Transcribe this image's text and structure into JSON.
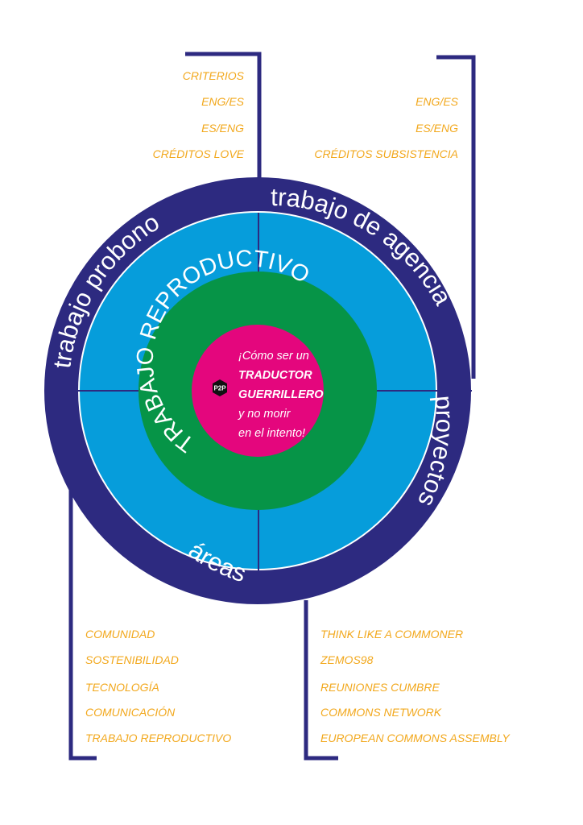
{
  "colors": {
    "outer_ring": "#2d2a80",
    "blue_ring": "#069ddb",
    "green_ring": "#069447",
    "center": "#e4067d",
    "list_text": "#f2a81d",
    "bracket": "#2d2a80"
  },
  "rings": {
    "outer_labels": {
      "probono": "trabajo probono",
      "agencia": "trabajo de agencia",
      "proyectos": "proyectos",
      "areas": "áreas"
    },
    "inner_label": "TRABAJO REPRODUCTIVO"
  },
  "center": {
    "badge": "P2P",
    "line1": "¡Cómo ser un",
    "line2": "TRADUCTOR",
    "line3": "GUERRILLERO",
    "line4": "y no morir",
    "line5": "en el intento!"
  },
  "lists": {
    "probono": [
      "CRITERIOS",
      "ENG/ES",
      "ES/ENG",
      "CRÉDITOS LOVE"
    ],
    "agencia": [
      "ENG/ES",
      "ES/ENG",
      "CRÉDITOS SUBSISTENCIA"
    ],
    "areas": [
      "COMUNIDAD",
      "SOSTENIBILIDAD",
      "TECNOLOGÍA",
      "COMUNICACIÓN",
      "TRABAJO REPRODUCTIVO"
    ],
    "proyectos": [
      "THINK LIKE A COMMONER",
      "ZEMOS98",
      "REUNIONES CUMBRE",
      "COMMONS NETWORK",
      "EUROPEAN COMMONS ASSEMBLY"
    ]
  }
}
